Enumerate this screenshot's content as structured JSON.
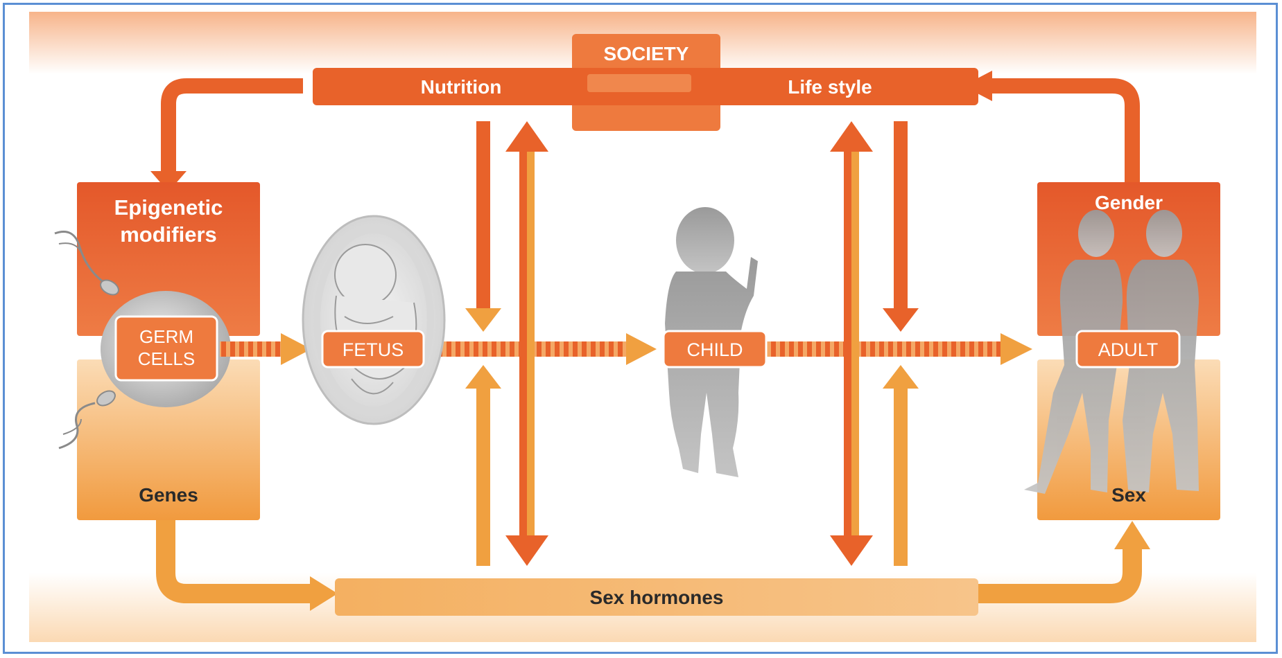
{
  "society": "SOCIETY",
  "nutrition": "Nutrition",
  "lifestyle": "Life style",
  "epigenetic": [
    "Epigenetic",
    "modifiers"
  ],
  "genes": "Genes",
  "germ": [
    "GERM",
    "CELLS"
  ],
  "fetus": "FETUS",
  "child": "CHILD",
  "adult": "ADULT",
  "gender": "Gender",
  "sex": "Sex",
  "hormones": "Sex hormones",
  "colors": {
    "dark_orange": "#e8622a",
    "mid_orange": "#ee7a38",
    "light_orange": "#f0a040",
    "pale_orange": "#f9d4a8",
    "silhouette_gray": "#a9a9a9",
    "frame_blue": "#5b8fd4"
  }
}
